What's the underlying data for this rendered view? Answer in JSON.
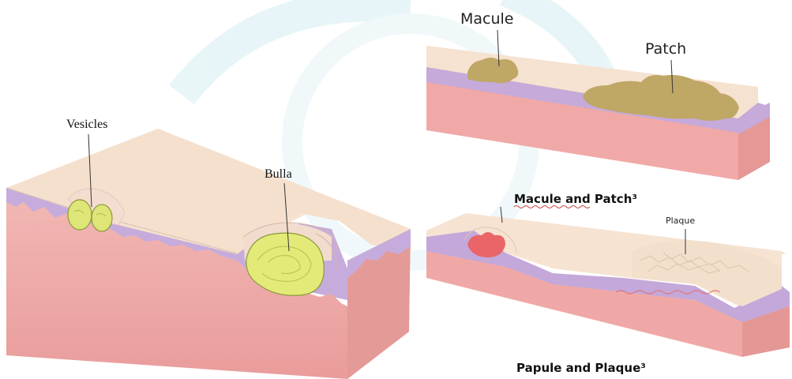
{
  "left_diagram": {
    "label_vesicles": "Vesicles",
    "label_bulla": "Bulla"
  },
  "right_top_diagram": {
    "label_macule": "Macule",
    "label_patch": "Patch",
    "caption": "Macule and Patch³"
  },
  "right_bottom_diagram": {
    "label_plaque": "Plaque",
    "caption": "Papule and Plaque³"
  },
  "colors": {
    "surface": "#f6dfc9",
    "epidermis": "#c3a9d9",
    "dermis": "#eda5a5",
    "dermis_side": "#e28f90",
    "fluid": "#e6ec7c",
    "pigment": "#bfa764",
    "papule": "#e96567",
    "watermark": "#cfe9ef"
  }
}
